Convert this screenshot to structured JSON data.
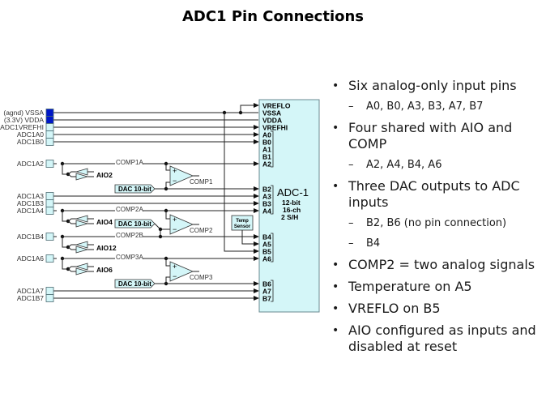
{
  "title": "ADC1 Pin Connections",
  "diagram": {
    "adc": {
      "name": "ADC-1",
      "spec1": "12-bit",
      "spec2": "16-ch",
      "spec3": "2 S/H"
    },
    "left_pins": [
      {
        "label": "(agnd) VSSA",
        "color": "#0018c8"
      },
      {
        "label": "(3.3V) VDDA",
        "color": "#0018c8"
      },
      {
        "label": "ADC1VREFHI",
        "color": "#d4f6f8"
      },
      {
        "label": "ADC1A0",
        "color": "#d4f6f8"
      },
      {
        "label": "ADC1B0",
        "color": "#d4f6f8"
      },
      {
        "label": "ADC1A2",
        "color": "#d4f6f8"
      },
      {
        "label": "ADC1A3",
        "color": "#d4f6f8"
      },
      {
        "label": "ADC1B3",
        "color": "#d4f6f8"
      },
      {
        "label": "ADC1A4",
        "color": "#d4f6f8"
      },
      {
        "label": "ADC1B4",
        "color": "#d4f6f8"
      },
      {
        "label": "ADC1A6",
        "color": "#d4f6f8"
      },
      {
        "label": "ADC1A7",
        "color": "#d4f6f8"
      },
      {
        "label": "ADC1B7",
        "color": "#d4f6f8"
      }
    ],
    "adc_inputs": [
      "VREFLO",
      "VSSA",
      "VDDA",
      "VREFHI",
      "A0",
      "B0",
      "A1",
      "B1",
      "A2",
      "B2",
      "A3",
      "B3",
      "A4",
      "B4",
      "A5",
      "B5",
      "A6",
      "B6",
      "A7",
      "B7"
    ],
    "signals": {
      "comp1a": "COMP1A",
      "comp2a": "COMP2A",
      "comp2b": "COMP2B",
      "comp3a": "COMP3A",
      "comp1": "COMP1",
      "comp2": "COMP2",
      "comp3": "COMP3",
      "aio2": "AIO2",
      "aio4": "AIO4",
      "aio12": "AIO12",
      "aio6": "AIO6",
      "dac": "DAC 10-bit",
      "temp1": "Temp",
      "temp2": "Sensor",
      "plus": "+",
      "minus": "−"
    }
  },
  "bullets": [
    {
      "text": "Six analog-only input pins",
      "sub": [
        "A0, B0, A3, B3, A7, B7"
      ]
    },
    {
      "text": "Four shared with AIO and COMP",
      "sub": [
        "A2, A4, B4, A6"
      ]
    },
    {
      "text": "Three DAC outputs to ADC inputs",
      "sub": [
        "B2, B6 (no pin connection)",
        "B4"
      ]
    },
    {
      "text": "COMP2 = two analog signals",
      "sub": []
    },
    {
      "text": "Temperature on A5",
      "sub": []
    },
    {
      "text": "VREFLO on B5",
      "sub": []
    },
    {
      "text": "AIO configured as inputs and disabled at reset",
      "sub": []
    }
  ]
}
